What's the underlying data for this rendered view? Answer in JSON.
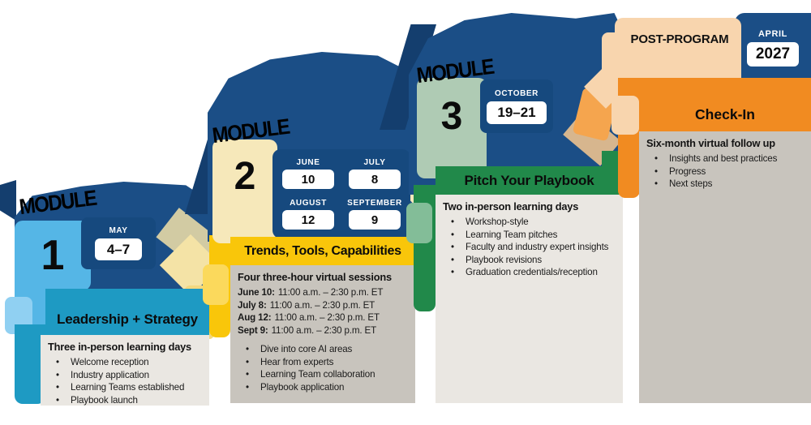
{
  "palette": {
    "navy": "#1B4E86",
    "navy_dark": "#143E6E",
    "light_blue": "#55B6E6",
    "teal": "#1E9AC3",
    "cream": "#F6E8BA",
    "yellow": "#F9C60A",
    "sage": "#AFCBB4",
    "green": "#21894A",
    "peach": "#F8D5AE",
    "orange": "#F18B21",
    "panel_light": "#EAE7E2",
    "panel_dark": "#C8C4BD"
  },
  "modules": [
    {
      "label": "MODULE",
      "number": "1",
      "date": {
        "month": "MAY",
        "days": "4–7"
      },
      "title": "Leadership + Strategy",
      "panel": {
        "heading": "Three in-person learning days",
        "bullets": [
          "Welcome reception",
          "Industry application",
          "Learning Teams established",
          "Playbook launch"
        ]
      }
    },
    {
      "label": "MODULE",
      "number": "2",
      "dates": [
        {
          "month": "JUNE",
          "day": "10"
        },
        {
          "month": "JULY",
          "day": "8"
        },
        {
          "month": "AUGUST",
          "day": "12"
        },
        {
          "month": "SEPTEMBER",
          "day": "9"
        }
      ],
      "title": "Trends, Tools, Capabilities",
      "panel": {
        "heading": "Four three-hour virtual sessions",
        "sessions": [
          {
            "date": "June 10:",
            "time": "11:00 a.m. – 2:30 p.m. ET"
          },
          {
            "date": "July 8:",
            "time": "11:00 a.m. – 2:30 p.m. ET"
          },
          {
            "date": "Aug 12:",
            "time": "11:00 a.m. – 2:30 p.m. ET"
          },
          {
            "date": "Sept 9:",
            "time": "11:00 a.m. – 2:30 p.m. ET"
          }
        ],
        "bullets": [
          "Dive into core AI areas",
          "Hear from experts",
          "Learning Team collaboration",
          "Playbook application"
        ]
      }
    },
    {
      "label": "MODULE",
      "number": "3",
      "date": {
        "month": "OCTOBER",
        "days": "19–21"
      },
      "title": "Pitch Your Playbook",
      "panel": {
        "heading": "Two in-person learning days",
        "bullets": [
          "Workshop-style",
          "Learning Team pitches",
          "Faculty and industry expert insights",
          "Playbook revisions",
          "Graduation credentials/reception"
        ]
      }
    }
  ],
  "post_program": {
    "label": "POST-PROGRAM",
    "date": {
      "month": "APRIL",
      "days": "2027"
    },
    "title": "Check-In",
    "panel": {
      "heading": "Six-month virtual follow up",
      "bullets": [
        "Insights and best practices",
        "Progress",
        "Next steps"
      ]
    }
  }
}
